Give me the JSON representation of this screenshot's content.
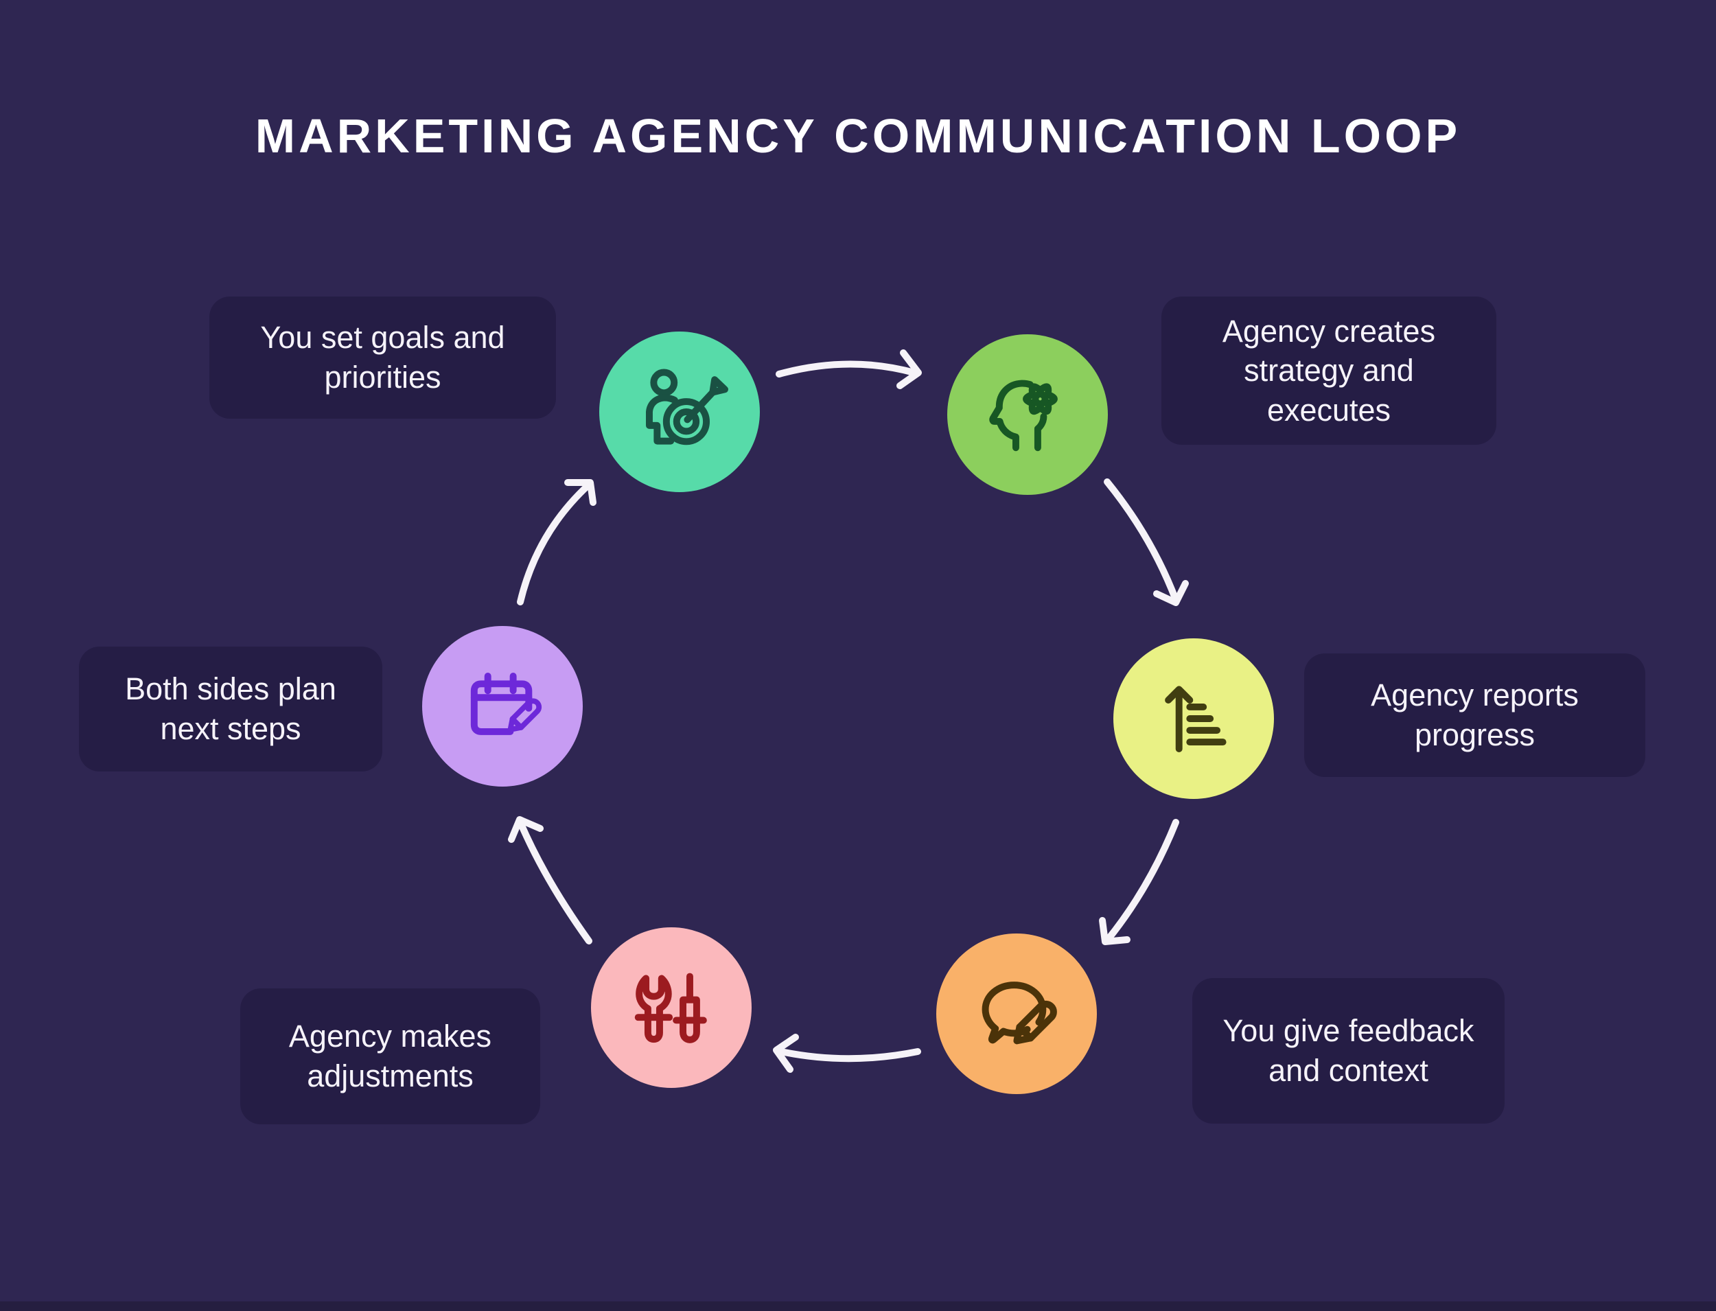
{
  "title": "MARKETING AGENCY COMMUNICATION LOOP",
  "colors": {
    "background": "#2f2652",
    "card": "#251d45",
    "card_text": "#f6f3fa",
    "title_text": "#ffffff",
    "arrow": "#f6f3f8",
    "bottom_bar": "#251e40"
  },
  "steps": [
    {
      "label": "You set goals and priorities",
      "icon": "person-target-icon",
      "circle_color": "#57dba9",
      "icon_color": "#1a5143"
    },
    {
      "label": "Agency creates strategy and executes",
      "icon": "head-gear-icon",
      "circle_color": "#8ccf5d",
      "icon_color": "#175724"
    },
    {
      "label": "Agency reports progress",
      "icon": "ascending-bars-arrow-icon",
      "circle_color": "#e9f185",
      "icon_color": "#413e11"
    },
    {
      "label": "You give feedback and context",
      "icon": "speech-bubble-pencil-icon",
      "circle_color": "#f9b169",
      "icon_color": "#4b3309"
    },
    {
      "label": "Agency makes adjustments",
      "icon": "wrench-screwdriver-icon",
      "circle_color": "#fbb8bc",
      "icon_color": "#9c1b20"
    },
    {
      "label": "Both sides plan next steps",
      "icon": "calendar-pencil-icon",
      "circle_color": "#c79cf3",
      "icon_color": "#6d28d9"
    }
  ]
}
